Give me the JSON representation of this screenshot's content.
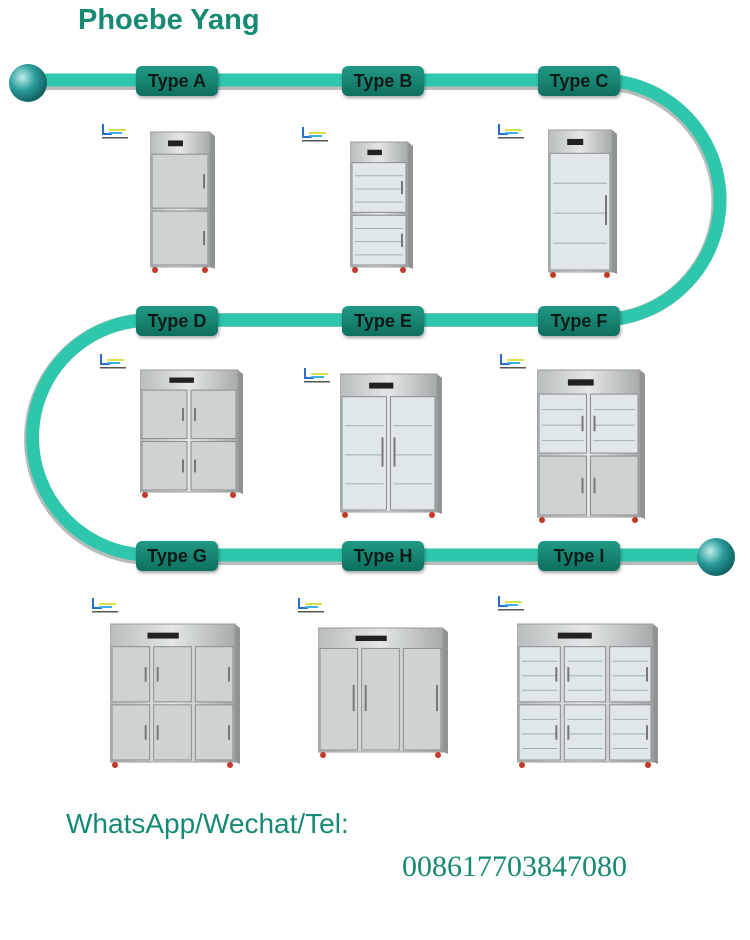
{
  "header": {
    "name": "Phoebe Yang"
  },
  "colors": {
    "track": "#2ec7ab",
    "label_bg": "#137a68",
    "text": "#168a72"
  },
  "products": [
    {
      "label": "Type A"
    },
    {
      "label": "Type B"
    },
    {
      "label": "Type C"
    },
    {
      "label": "Type D"
    },
    {
      "label": "Type E"
    },
    {
      "label": "Type F"
    },
    {
      "label": "Type G"
    },
    {
      "label": "Type H"
    },
    {
      "label": "Type I"
    }
  ],
  "contact": {
    "label": "WhatsApp/Wechat/Tel:",
    "phone": "008617703847080"
  }
}
